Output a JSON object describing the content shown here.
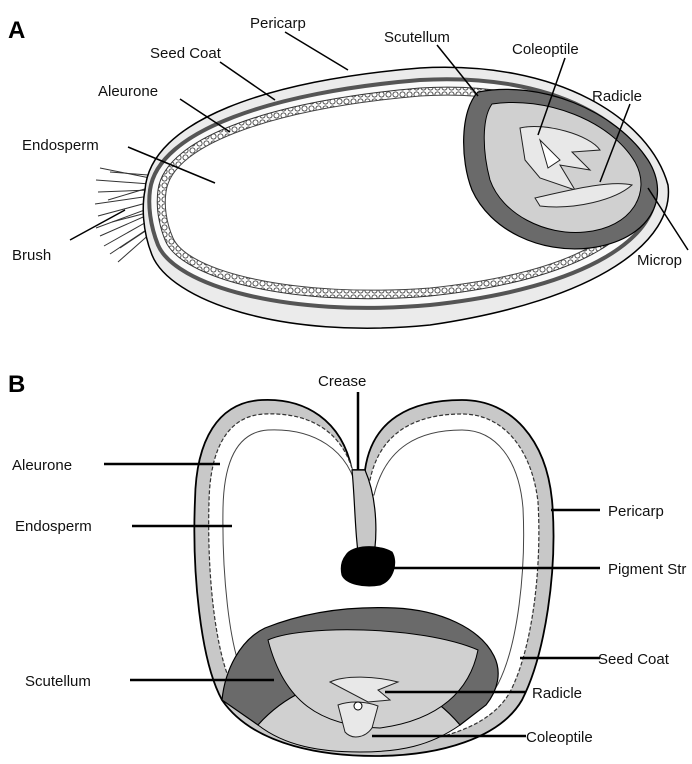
{
  "panel_a": {
    "letter": "A",
    "labels": {
      "pericarp": "Pericarp",
      "seed_coat": "Seed Coat",
      "scutellum": "Scutellum",
      "coleoptile": "Coleoptile",
      "aleurone": "Aleurone",
      "radicle": "Radicle",
      "endosperm": "Endosperm",
      "brush": "Brush",
      "micropyle": "Microp"
    }
  },
  "panel_b": {
    "letter": "B",
    "labels": {
      "crease": "Crease",
      "aleurone": "Aleurone",
      "endosperm": "Endosperm",
      "pericarp": "Pericarp",
      "pigment_strand": "Pigment Str",
      "seed_coat": "Seed Coat",
      "scutellum": "Scutellum",
      "radicle": "Radicle",
      "coleoptile": "Coleoptile"
    }
  },
  "colors": {
    "outline": "#000000",
    "testa": "#555555",
    "pericarp_fill": "#c8c8c8",
    "embryo_fill": "#d0d0d0",
    "scutellum_fill": "#6a6a6a",
    "pigment": "#000000"
  }
}
